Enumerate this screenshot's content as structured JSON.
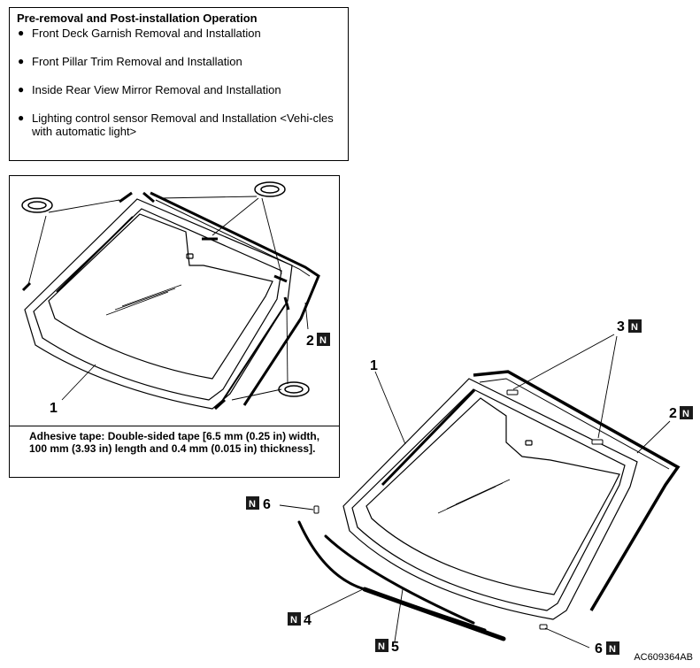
{
  "operations": {
    "title": "Pre-removal and Post-installation Operation",
    "items": [
      "Front Deck Garnish Removal and Installation",
      "Front Pillar Trim Removal and Installation",
      "Inside Rear View Mirror Removal and Installation",
      "Lighting control sensor Removal and Installation <Vehi-cles with automatic light>"
    ]
  },
  "tape_note": "Adhesive tape: Double-sided tape [6.5 mm (0.25 in) width, 100 mm (3.93 in) length and 0.4 mm (0.015 in) thickness].",
  "badge_letter": "N",
  "callouts": {
    "inset_glass": "1",
    "inset_molding": "2",
    "main_glass": "1",
    "main_spacers": "3",
    "main_molding": "2",
    "main_dam_left": "4",
    "main_dam_right": "5",
    "main_clip_left": "6",
    "main_clip_right": "6"
  },
  "doc_code": "AC609364AB"
}
